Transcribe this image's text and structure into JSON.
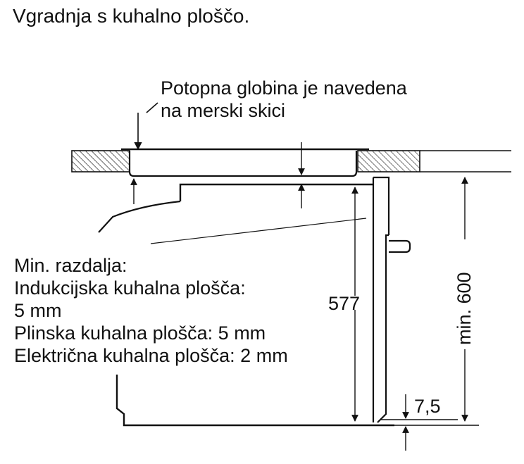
{
  "title": "Vgradnja s kuhalno ploščo.",
  "callout": {
    "line1": "Potopna globina je navedena",
    "line2": "na merski skici"
  },
  "note": {
    "lines": [
      "Min. razdalja:",
      "Indukcijska kuhalna plošča:",
      "5 mm",
      "Plinska kuhalna plošča: 5 mm",
      "Električna kuhalna plošča: 2 mm"
    ]
  },
  "dimensions": {
    "oven_height": "577",
    "niche_height": "min. 600",
    "bottom_gap": "7,5"
  }
}
